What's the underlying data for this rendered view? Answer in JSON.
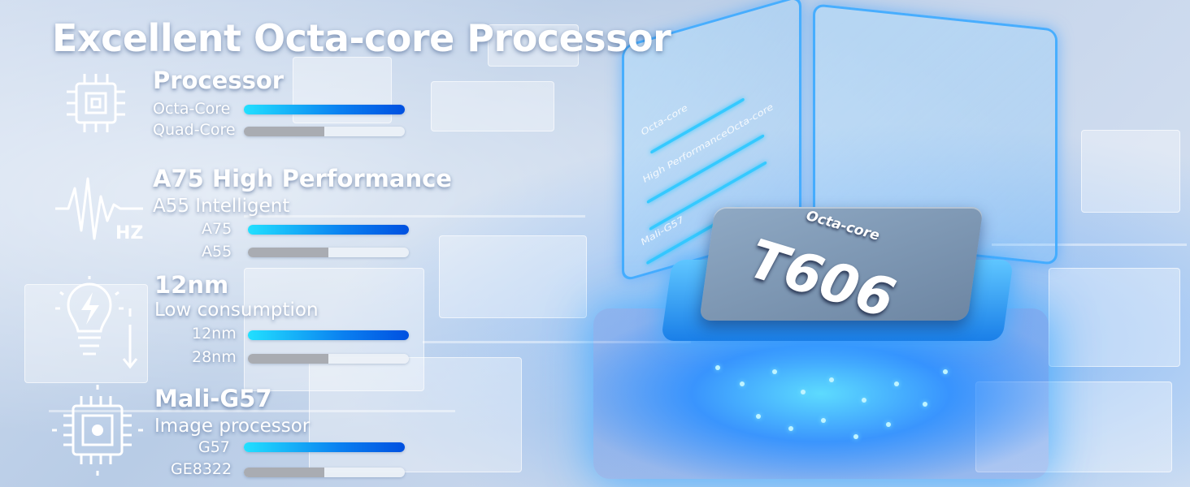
{
  "headline": "Excellent Octa-core Processor",
  "features": [
    {
      "icon": "cpu-chip-icon",
      "title": "Processor",
      "subtitle": "",
      "bars": [
        {
          "label": "Octa-Core",
          "level": 1.0,
          "color": "blue"
        },
        {
          "label": "Quad-Core",
          "level": 0.5,
          "color": "gray"
        }
      ]
    },
    {
      "icon": "heartbeat-hz-icon",
      "icon_text": "HZ",
      "title": "A75 High Performance",
      "subtitle": "A55 Intelligent",
      "bars": [
        {
          "label": "A75",
          "level": 1.0,
          "color": "blue"
        },
        {
          "label": "A55",
          "level": 0.5,
          "color": "gray"
        }
      ]
    },
    {
      "icon": "lightbulb-bolt-icon",
      "title": "12nm",
      "subtitle": "Low consumption",
      "bars": [
        {
          "label": "12nm",
          "level": 1.0,
          "color": "blue"
        },
        {
          "label": "28nm",
          "level": 0.5,
          "color": "gray"
        }
      ]
    },
    {
      "icon": "gpu-chip-icon",
      "title": "Mali-G57",
      "subtitle": "Image processor",
      "bars": [
        {
          "label": "G57",
          "level": 1.0,
          "color": "blue"
        },
        {
          "label": "GE8322",
          "level": 0.5,
          "color": "gray"
        }
      ]
    }
  ],
  "chip": {
    "brand": "Octa-core",
    "model": "T606"
  },
  "panel": {
    "lines": [
      "Octa-core",
      "High PerformanceOcta-core",
      "Mali-G57"
    ]
  },
  "colors": {
    "accent_blue": "#0a7ff0",
    "accent_cyan": "#22e0ff",
    "bar_gray": "#a9acb2",
    "text": "#ffffff"
  }
}
